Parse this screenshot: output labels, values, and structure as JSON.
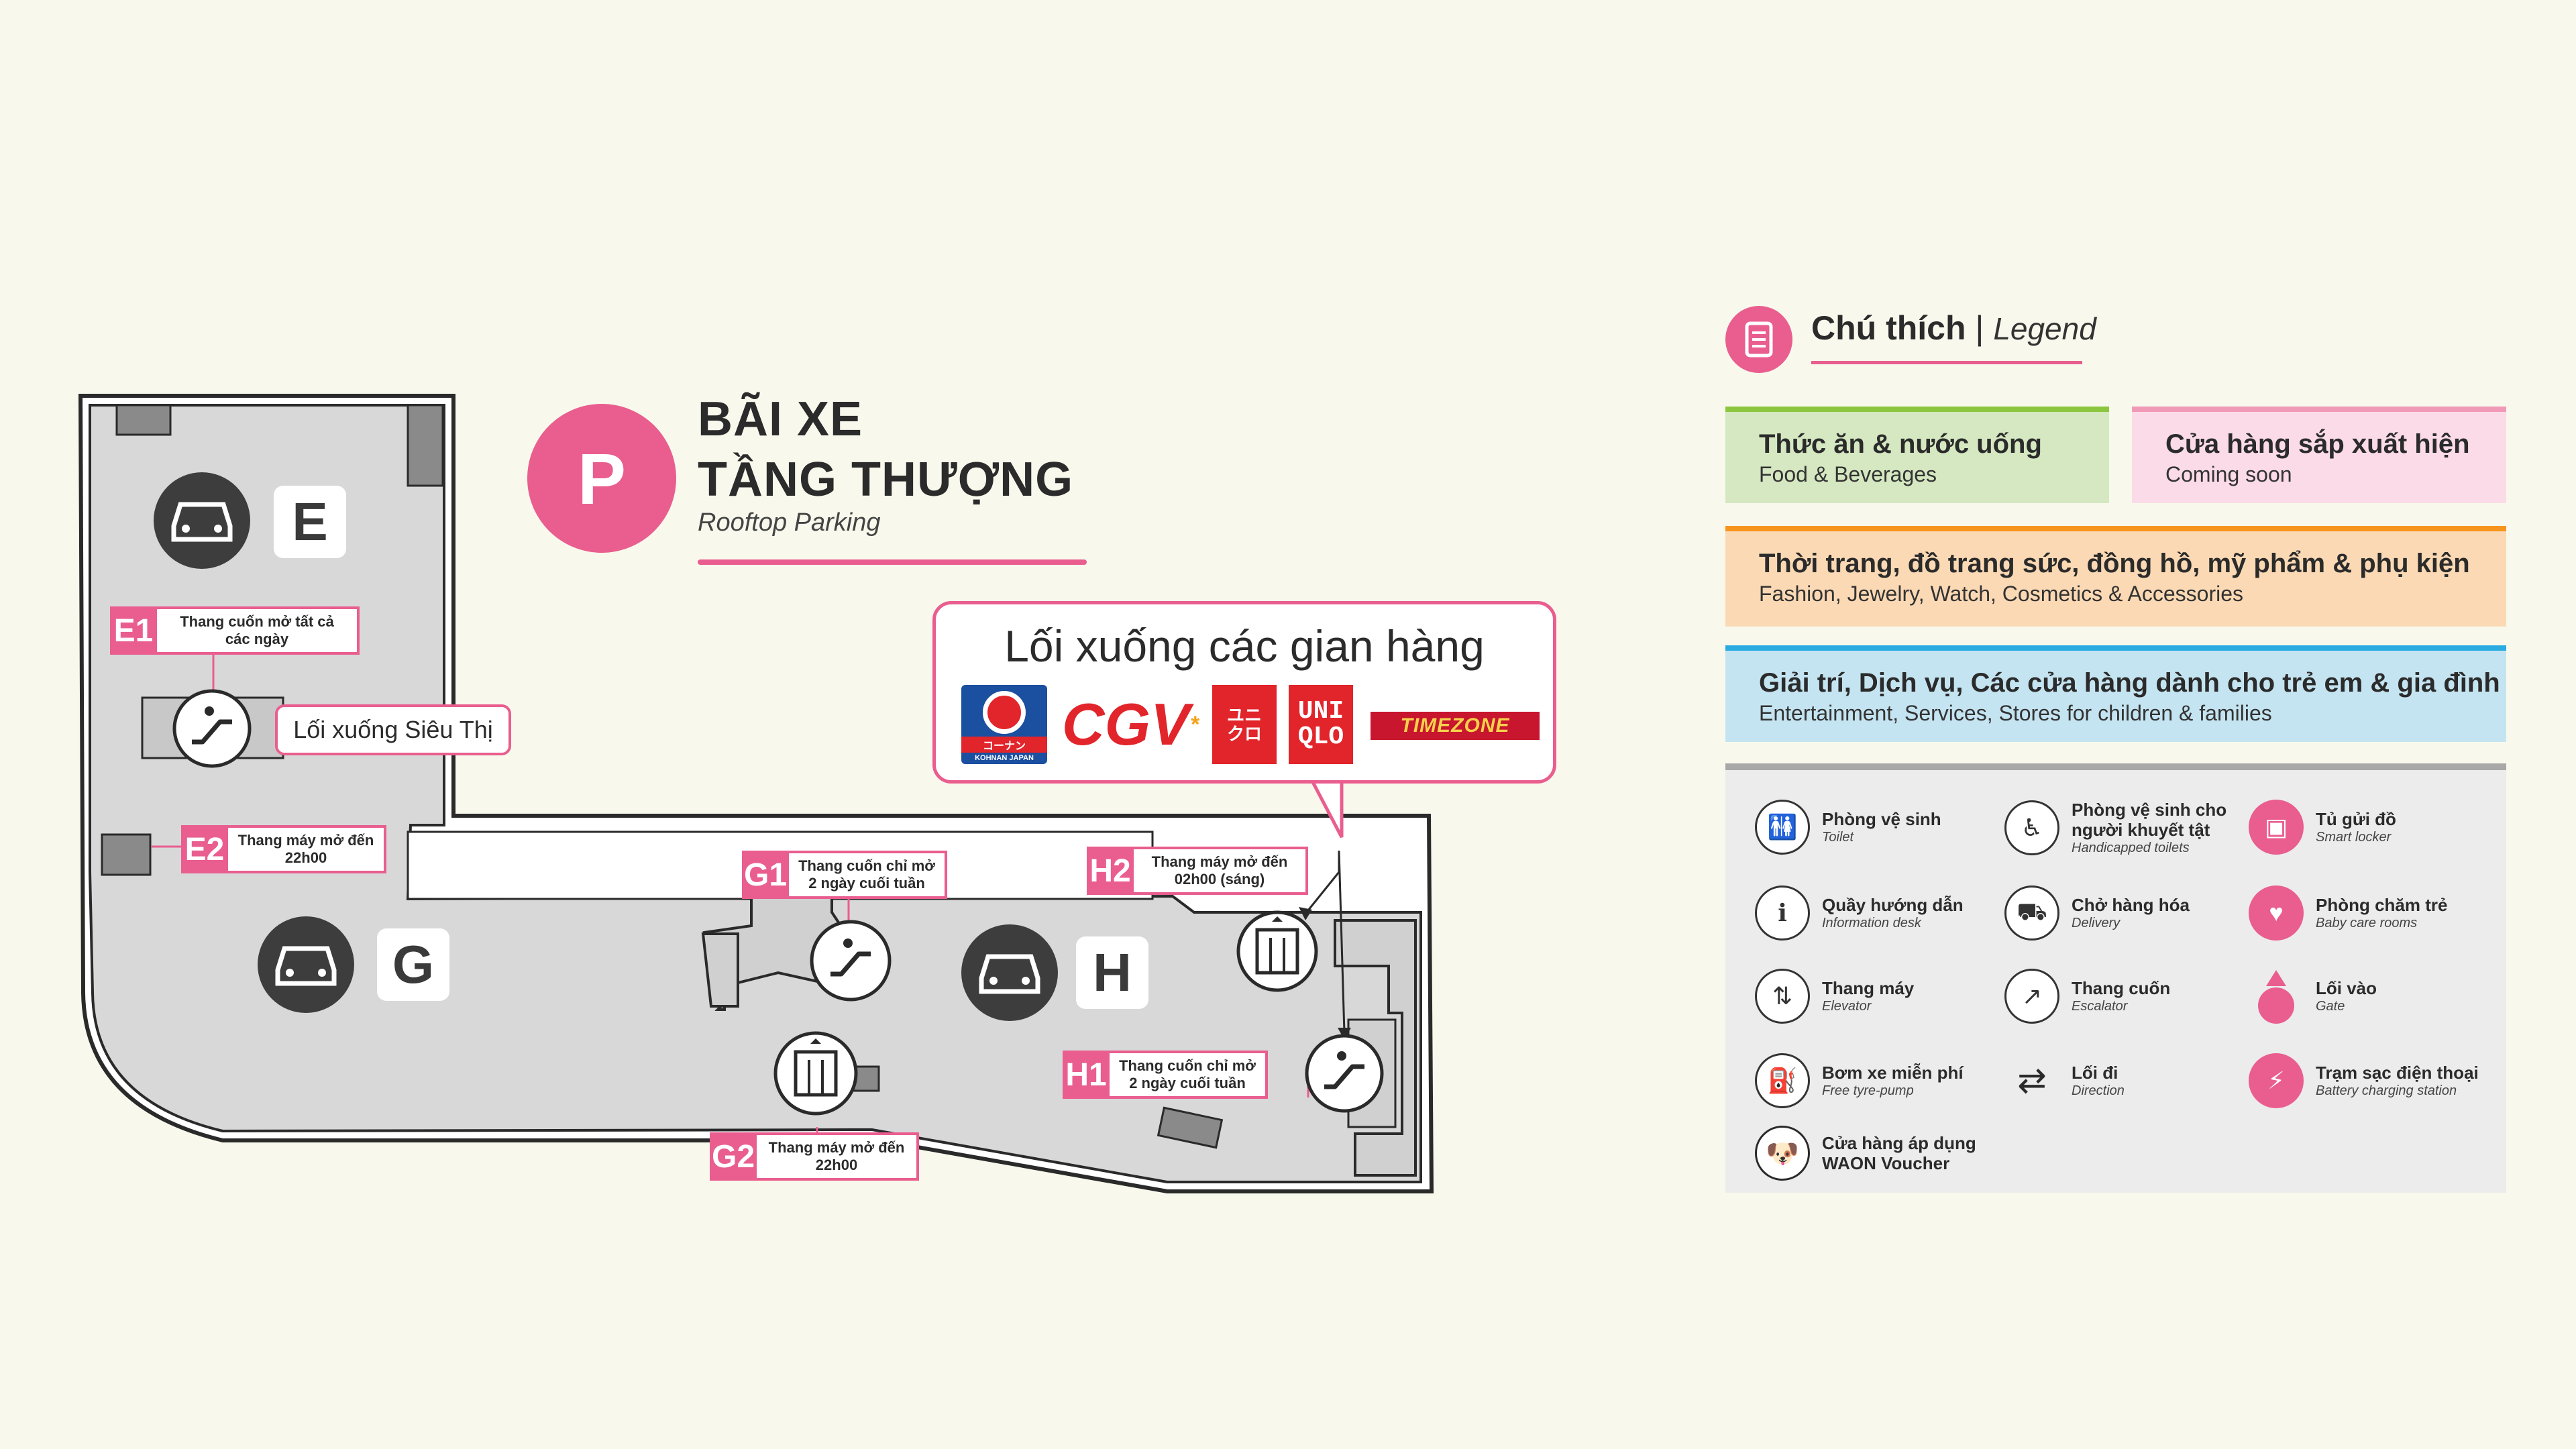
{
  "title": {
    "badge": "P",
    "line1": "BÃI XE",
    "line2": "TẦNG THƯỢNG",
    "english": "Rooftop Parking"
  },
  "callout": {
    "title": "Lối xuống các gian hàng",
    "brands": {
      "kohnan": "コーナン",
      "kohnan_sub": "KOHNAN JAPAN",
      "cgv": "CGV",
      "cgv_mark": "*",
      "uniqlo_a": "ユニクロ",
      "uniqlo_b": "UNI QLO",
      "timezone": "TIMEZONE"
    }
  },
  "zones": {
    "e": "E",
    "g": "G",
    "h": "H"
  },
  "labels": {
    "e1": {
      "code": "E1",
      "text": "Thang cuốn mở tất cả các ngày"
    },
    "e2": {
      "code": "E2",
      "text": "Thang máy mở đến 22h00"
    },
    "g1": {
      "code": "G1",
      "text": "Thang cuốn chỉ mở 2 ngày cuối tuần"
    },
    "g2": {
      "code": "G2",
      "text": "Thang máy mở đến 22h00"
    },
    "h1": {
      "code": "H1",
      "text": "Thang cuốn chỉ mở 2 ngày cuối tuần"
    },
    "h2": {
      "code": "H2",
      "text": "Thang máy mở đến 02h00 (sáng)"
    },
    "sieuthi": "Lối xuống Siêu Thị"
  },
  "legend": {
    "title_vi": "Chú thích",
    "separator": " | ",
    "title_en": "Legend",
    "categories": [
      {
        "vi": "Thức ăn & nước uống",
        "en": "Food & Beverages",
        "color": "#d5e8c1",
        "accent": "#8cc63f"
      },
      {
        "vi": "Cửa hàng sắp xuất hiện",
        "en": "Coming soon",
        "color": "#fbdbe7",
        "accent": "#f09ab8"
      },
      {
        "vi": "Thời trang, đồ trang sức, đồng hồ, mỹ phẩm & phụ kiện",
        "en": "Fashion, Jewelry, Watch, Cosmetics & Accessories",
        "color": "#fbd9b4",
        "accent": "#f7941d"
      },
      {
        "vi": "Giải trí, Dịch vụ, Các cửa hàng dành cho trẻ em & gia đình",
        "en": "Entertainment, Services, Stores for children & families",
        "color": "#c5e4f1",
        "accent": "#29abe2"
      }
    ],
    "items": [
      {
        "vi": "Phòng vệ sinh",
        "en": "Toilet",
        "icon": "toilet-icon",
        "glyph": "🚻"
      },
      {
        "vi": "Phòng vệ sinh cho người khuyết tật",
        "en": "Handicapped toilets",
        "icon": "wheelchair-icon",
        "glyph": "♿"
      },
      {
        "vi": "Tủ gửi đồ",
        "en": "Smart locker",
        "icon": "locker-icon",
        "glyph": "▣"
      },
      {
        "vi": "Quầy hướng dẫn",
        "en": "Information desk",
        "icon": "info-icon",
        "glyph": "ℹ"
      },
      {
        "vi": "Chở hàng hóa",
        "en": "Delivery",
        "icon": "delivery-truck-icon",
        "glyph": "⛟"
      },
      {
        "vi": "Phòng chăm trẻ",
        "en": "Baby care rooms",
        "icon": "baby-care-icon",
        "glyph": "♥"
      },
      {
        "vi": "Thang máy",
        "en": "Elevator",
        "icon": "elevator-icon",
        "glyph": "⇅"
      },
      {
        "vi": "Thang cuốn",
        "en": "Escalator",
        "icon": "escalator-icon",
        "glyph": "↗"
      },
      {
        "vi": "Lối vào",
        "en": "Gate",
        "icon": "gate-icon",
        "glyph": ""
      },
      {
        "vi": "Bơm xe miễn phí",
        "en": "Free tyre-pump",
        "icon": "tyre-pump-icon",
        "glyph": "⛽"
      },
      {
        "vi": "Lối đi",
        "en": "Direction",
        "icon": "direction-arrows-icon",
        "glyph": "⇄"
      },
      {
        "vi": "Trạm sạc điện thoại",
        "en": "Battery charging station",
        "icon": "battery-icon",
        "glyph": "⚡"
      },
      {
        "vi": "Cửa hàng áp dụng",
        "en": "WAON Voucher",
        "icon": "waon-dog-icon",
        "glyph": "🐶"
      }
    ]
  },
  "colors": {
    "accent": "#e95e8f",
    "floor": "#d9d9d9",
    "wall": "#2a2a2a"
  }
}
